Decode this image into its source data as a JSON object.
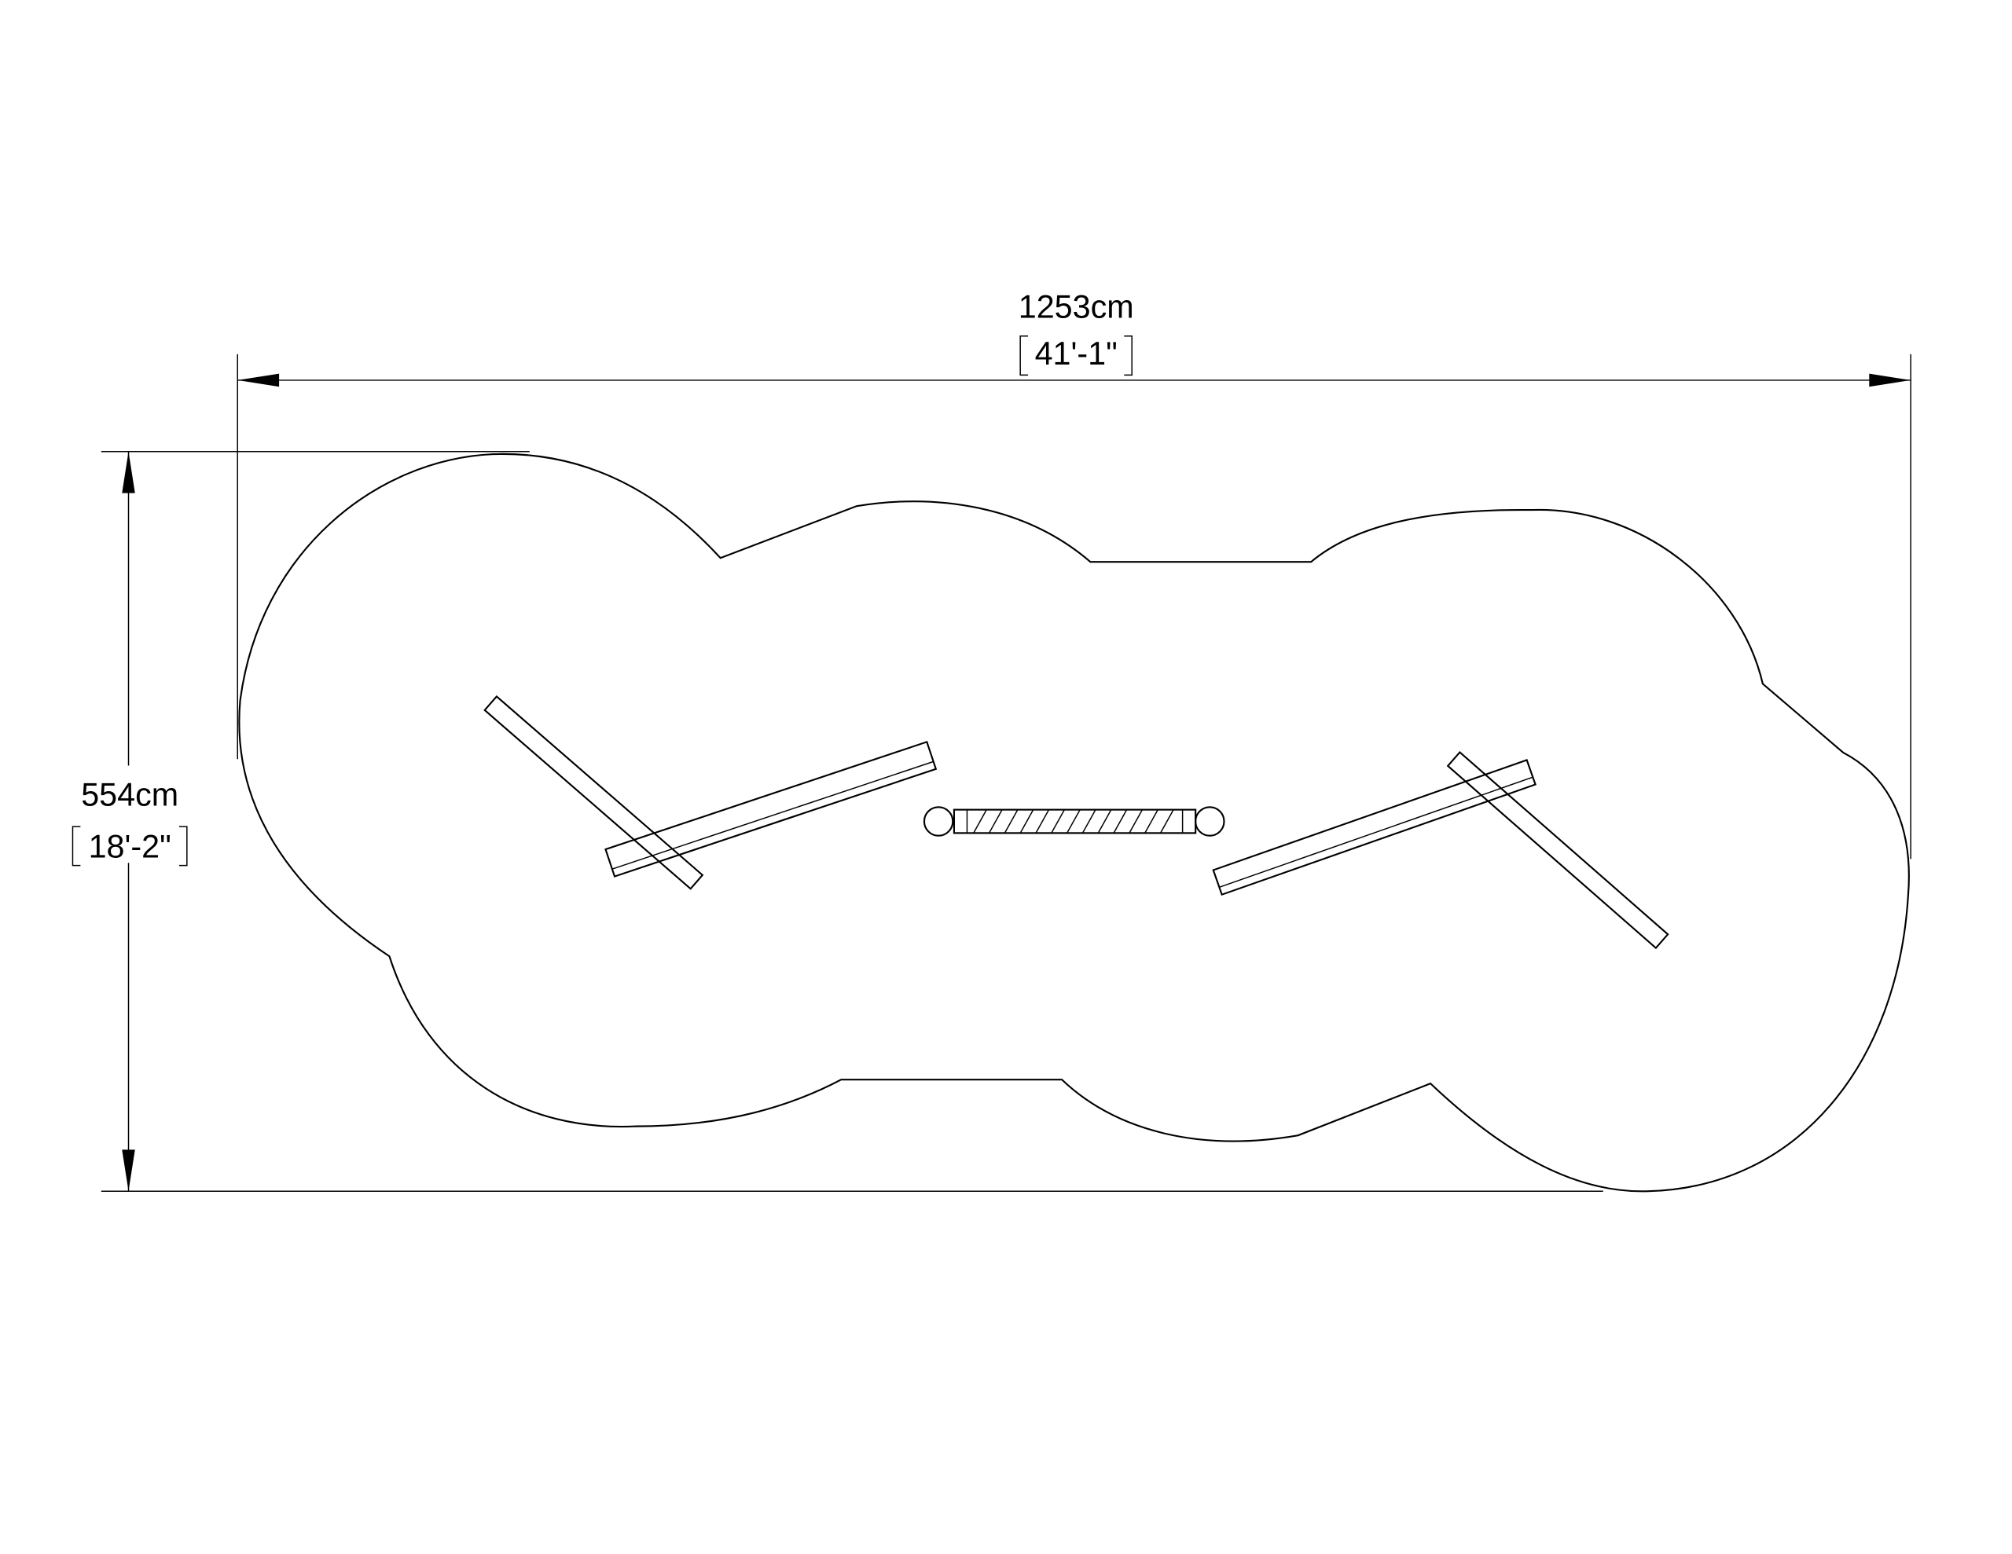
{
  "drawing": {
    "width_dimension": {
      "metric": "1253cm",
      "imperial": "41'-1\""
    },
    "height_dimension": {
      "metric": "554cm",
      "imperial": "18'-2\""
    },
    "line_color": "#000000",
    "background_color": "#ffffff"
  }
}
